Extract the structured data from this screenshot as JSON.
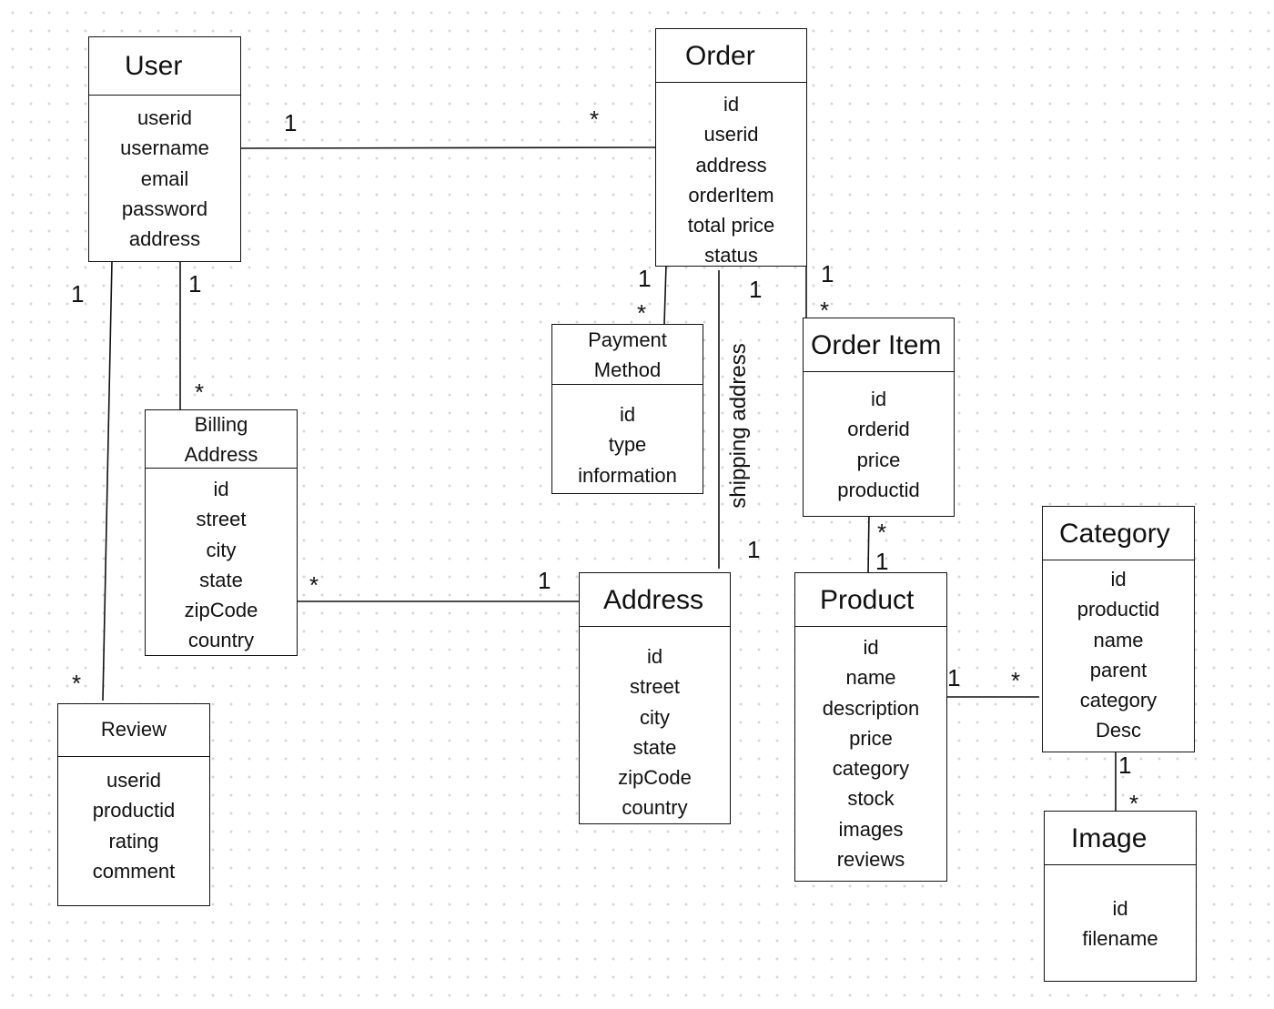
{
  "entities": {
    "user": {
      "title": "User",
      "fields": [
        "userid",
        "username",
        "email",
        "password",
        "address"
      ]
    },
    "order": {
      "title": "Order",
      "fields": [
        "id",
        "userid",
        "address",
        "orderItem",
        "total price",
        "status"
      ]
    },
    "payment": {
      "title_lines": [
        "Payment",
        "Method"
      ],
      "fields": [
        "id",
        "type",
        "information"
      ]
    },
    "order_item": {
      "title": "Order Item",
      "fields": [
        "id",
        "orderid",
        "price",
        "productid"
      ]
    },
    "billing": {
      "title_lines": [
        "Billing",
        "Address"
      ],
      "fields": [
        "id",
        "street",
        "city",
        "state",
        "zipCode",
        "country"
      ]
    },
    "address": {
      "title": "Address",
      "fields": [
        "id",
        "street",
        "city",
        "state",
        "zipCode",
        "country"
      ]
    },
    "product": {
      "title": "Product",
      "fields": [
        "id",
        "name",
        "description",
        "price",
        "category",
        "stock",
        "images",
        "reviews"
      ]
    },
    "category": {
      "title": "Category",
      "fields": [
        "id",
        "productid",
        "name",
        "parent",
        "category",
        "Desc"
      ]
    },
    "image": {
      "title": "Image",
      "fields": [
        "id",
        "filename"
      ]
    },
    "review": {
      "title": "Review",
      "fields": [
        "userid",
        "productid",
        "rating",
        "comment"
      ]
    }
  },
  "relationships": {
    "user_order": {
      "from": "1",
      "to": "*"
    },
    "user_billing": {
      "from": "1",
      "to": "*"
    },
    "user_review": {
      "from": "1",
      "to": "*"
    },
    "order_payment": {
      "from": "1",
      "to": "*"
    },
    "order_address": {
      "from": "1",
      "to": "1",
      "label": "shipping address"
    },
    "order_orderitem": {
      "from": "1",
      "to": "*"
    },
    "orderitem_product": {
      "from": "*",
      "to": "1"
    },
    "billing_address": {
      "from": "*",
      "to": "1"
    },
    "product_category": {
      "from": "1",
      "to": "*"
    },
    "category_image": {
      "from": "1",
      "to": "*"
    }
  }
}
